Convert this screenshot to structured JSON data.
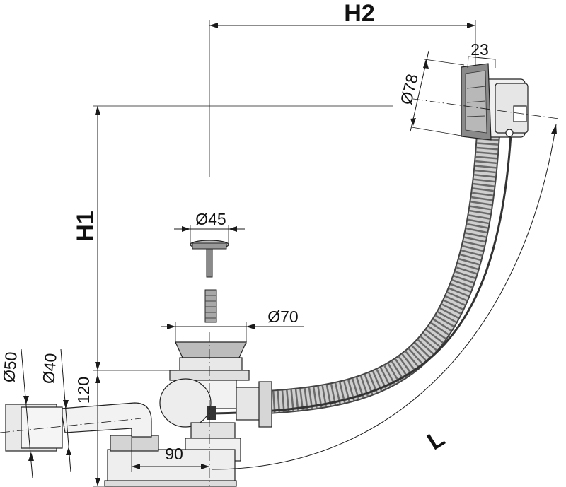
{
  "labels": {
    "h2": "H2",
    "h1": "H1",
    "l": "L",
    "d23": "23",
    "d78": "Ø78",
    "d45": "Ø45",
    "d70": "Ø70",
    "d50": "Ø50",
    "d40": "Ø40",
    "d120": "120",
    "d90": "90"
  },
  "colors": {
    "line": "#1a1a1a",
    "hose": "#9a9a9a",
    "hose_dark": "#555555",
    "part_fill": "#d9d9d9",
    "part_light": "#eeeeee"
  }
}
